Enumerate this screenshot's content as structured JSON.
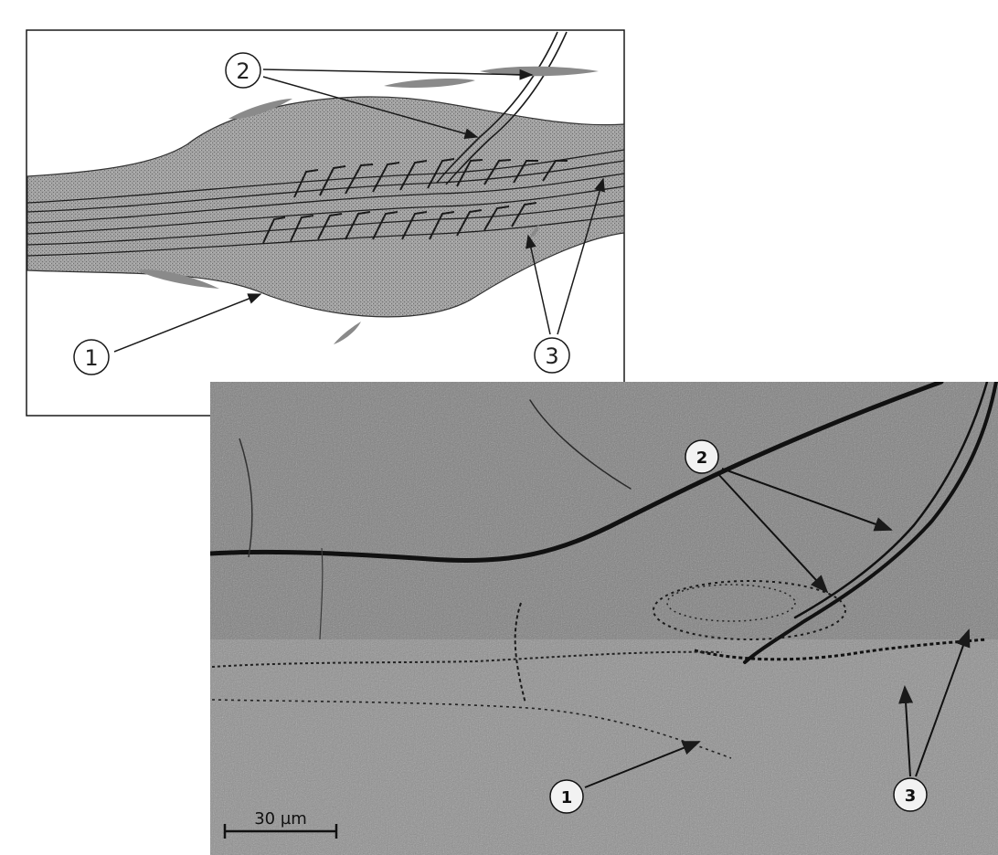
{
  "drawing": {
    "labels": [
      "1",
      "2",
      "3"
    ]
  },
  "micrograph": {
    "labels": [
      "2",
      "1",
      "3"
    ],
    "scale_bar": "30 µm"
  },
  "colors": {
    "paper": "#ffffff",
    "ink": "#1a1a1a",
    "tissue_gray": "#8c8c8c",
    "photo_bg": "#7a7a7a"
  }
}
